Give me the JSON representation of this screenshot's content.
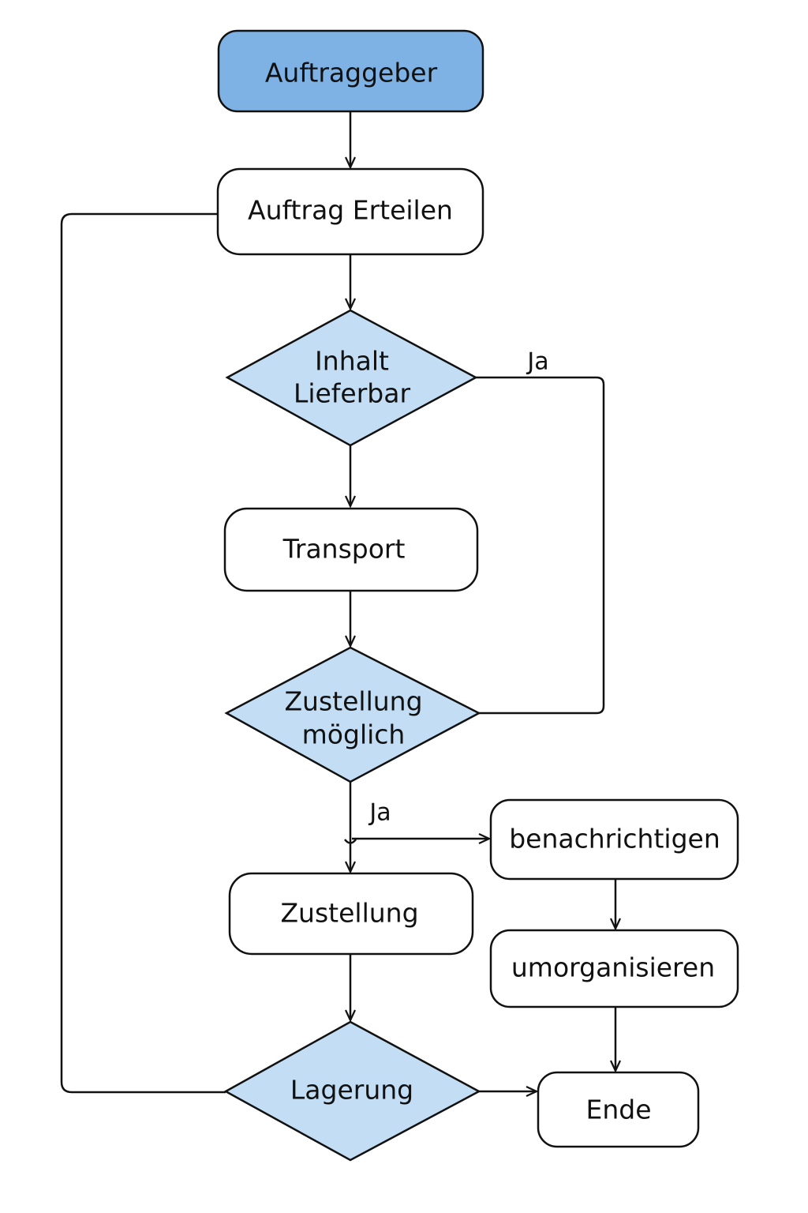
{
  "colors": {
    "start_fill": "#7eb2e4",
    "decision_fill": "#c3ddf4",
    "process_fill": "#ffffff",
    "line": "#111111"
  },
  "nodes": {
    "auftraggeber": {
      "label": "Auftraggeber",
      "kind": "start"
    },
    "auftrag_erteilen": {
      "label": "Auftrag Erteilen",
      "kind": "process"
    },
    "inhalt_lieferbar": {
      "line1": "Inhalt",
      "line2": "Lieferbar",
      "kind": "decision"
    },
    "transport": {
      "label": "Transport",
      "kind": "process"
    },
    "zustellung_moeglich": {
      "line1": "Zustellung",
      "line2": "möglich",
      "kind": "decision"
    },
    "zustellung": {
      "label": "Zustellung",
      "kind": "process"
    },
    "benachrichtigen": {
      "label": "benachrichtigen",
      "kind": "process"
    },
    "umorganisieren": {
      "label": "umorganisieren",
      "kind": "process"
    },
    "lagerung": {
      "label": "Lagerung",
      "kind": "decision"
    },
    "ende": {
      "label": "Ende",
      "kind": "process"
    }
  },
  "edges": {
    "inhalt_ja": {
      "label": "Ja"
    },
    "zustellung_ja": {
      "label": "Ja"
    }
  }
}
